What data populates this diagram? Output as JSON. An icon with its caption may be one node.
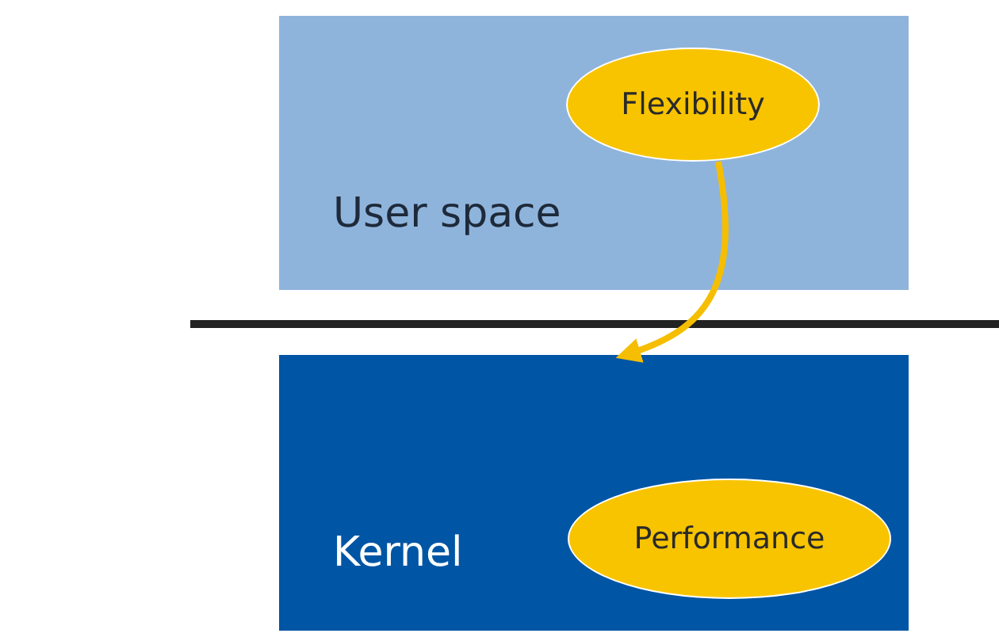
{
  "diagram": {
    "nodes": [
      {
        "text": [
          "User space"
        ]
      },
      {
        "text": [
          "Flexibility"
        ],
        "in": 0
      },
      {
        "text": [
          "Kernel"
        ]
      },
      {
        "text": [
          "Performance"
        ],
        "in": 2
      }
    ],
    "edges": [
      {
        "from": 1,
        "to": 2,
        "arrow": "to"
      }
    ]
  }
}
